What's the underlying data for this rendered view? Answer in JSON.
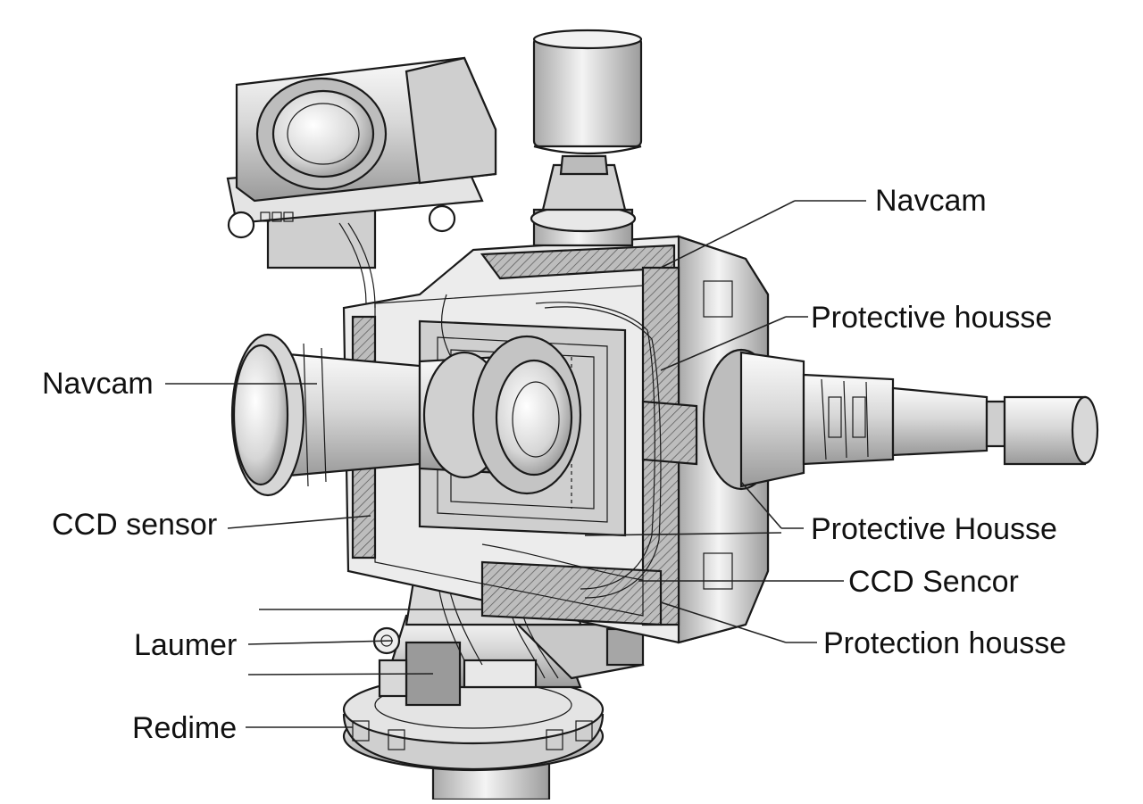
{
  "labels": {
    "navcam_top": "Navcam",
    "protective_housse_1": "Protective housse",
    "navcam_left": "Navcam",
    "ccd_sensor": "CCD sensor",
    "protective_housse_2": "Protective Housse",
    "ccd_sencor": "CCD Sencor",
    "laumer": "Laumer",
    "protection_housse": "Protection housse",
    "redime": "Redime"
  },
  "colors": {
    "ink": "#1a1a1a",
    "metal_light": "#e6e6e6",
    "metal_mid": "#c4c4c4",
    "metal_dark": "#8e8e8e",
    "background": "#ffffff"
  }
}
